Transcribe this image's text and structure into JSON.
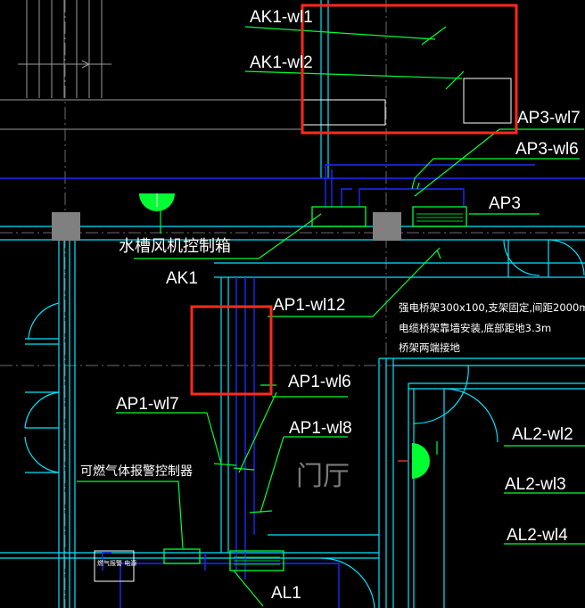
{
  "labels": {
    "ak1_wl1": "AK1-wl1",
    "ak1_wl2": "AK1-wl2",
    "ap3_wl7": "AP3-wl7",
    "ap3_wl6": "AP3-wl6",
    "ap3": "AP3",
    "fan_box": "水槽风机控制箱",
    "ak1": "AK1",
    "ap1_wl12": "AP1-wl12",
    "tray_note_1": "强电桥架300x100,支架固定,间距2000m",
    "tray_note_2": "电缆桥架靠墙安装,底部距地3.3m",
    "tray_note_3": "桥架两端接地",
    "ap1_wl6": "AP1-wl6",
    "ap1_wl7": "AP1-wl7",
    "ap1_wl8": "AP1-wl8",
    "gas_alarm": "可燃气体报警控制器",
    "lobby": "门厅",
    "al2_wl2": "AL2-wl2",
    "al2_wl3": "AL2-wl3",
    "al2_wl4": "AL2-wl4",
    "al1": "AL1",
    "small_box": "燃气报警 电源"
  },
  "colors": {
    "background": "#000000",
    "wall": "#00ffff",
    "wire": "#0000ff",
    "leader": "#00ff00",
    "text": "#ffffff",
    "highlight": "#ff2a1a",
    "column": "#808080",
    "grid": "#808080"
  }
}
